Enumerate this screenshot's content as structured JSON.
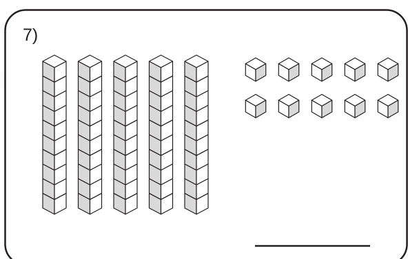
{
  "problem": {
    "number_label": "7)"
  },
  "blocks": {
    "ten_rods": 5,
    "cubes_per_rod": 10,
    "unit_cubes": 10
  },
  "colors": {
    "border": "#231f20",
    "block_fill": "#ffffff",
    "block_shade": "#d9d9d9",
    "line": "#231f20"
  }
}
